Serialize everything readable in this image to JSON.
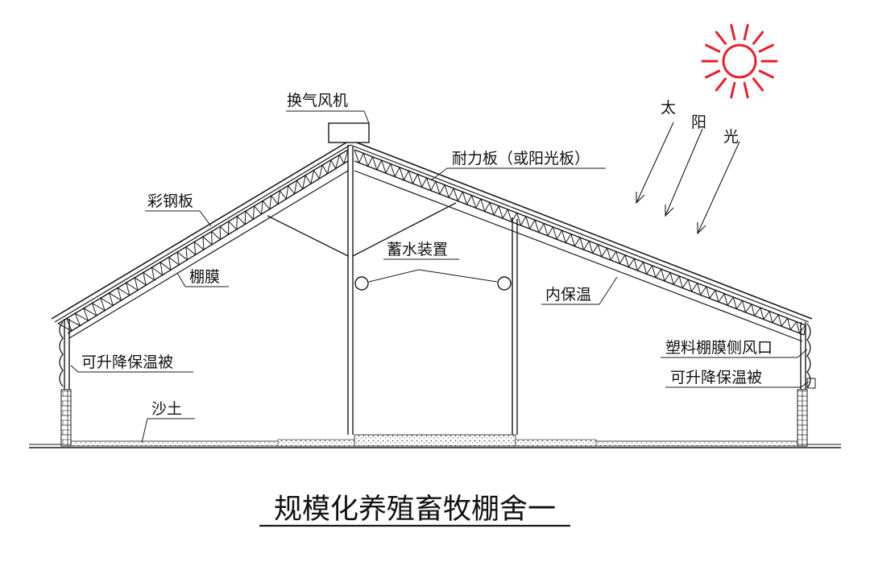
{
  "title": "规模化养殖畜牧棚舍一",
  "labels": {
    "fan": "换气风机",
    "roof_board": "耐力板（或阳光板）",
    "steel_plate": "彩钢板",
    "water_device": "蓄水装置",
    "shed_film": "棚膜",
    "inner_insulation": "内保温",
    "insulation_quilt_left": "可升降保温被",
    "vent": "塑料棚膜侧风口",
    "insulation_quilt_right": "可升降保温被",
    "sand": "沙土",
    "sun_1": "太",
    "sun_2": "阳",
    "sun_3": "光"
  },
  "colors": {
    "line": "#1a1a1a",
    "sun": "#e8202a"
  },
  "icons": {
    "sun": "sun-icon"
  }
}
